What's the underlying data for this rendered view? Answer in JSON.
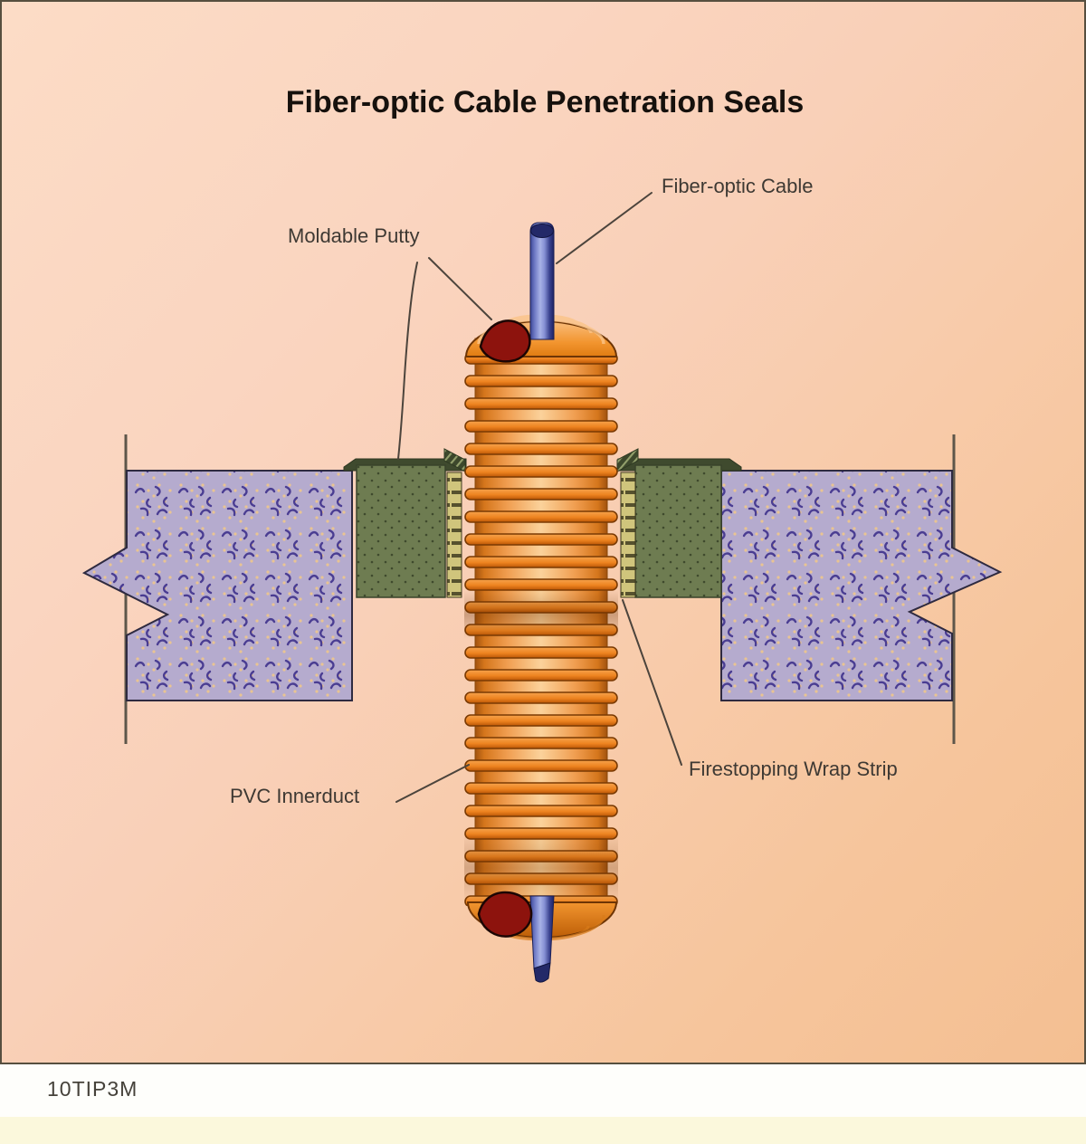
{
  "title": "Fiber-optic Cable Penetration Seals",
  "labels": {
    "fiber_optic_cable": "Fiber-optic Cable",
    "moldable_putty": "Moldable Putty",
    "pvc_innerduct": "PVC Innerduct",
    "firestopping_wrap_strip": "Firestopping Wrap Strip"
  },
  "footer": {
    "code": "10TIP3M"
  },
  "colors": {
    "panel_background_top": "#fcdcc6",
    "panel_background_bottom": "#f4bf92",
    "wall_concrete": "#b5abce",
    "wall_speckle": "#4a3d92",
    "sealant_olive": "#6e7c51",
    "sealant_cap": "#3f4a2e",
    "wrap_strip": "#d0c57c",
    "innerduct_orange": "#ee8420",
    "cable_blue": "#7d88cf",
    "cable_dark": "#232968",
    "putty_red": "#8d130d",
    "label_text": "#3e3933",
    "footer_yellow_band": "#fbf8dc"
  }
}
